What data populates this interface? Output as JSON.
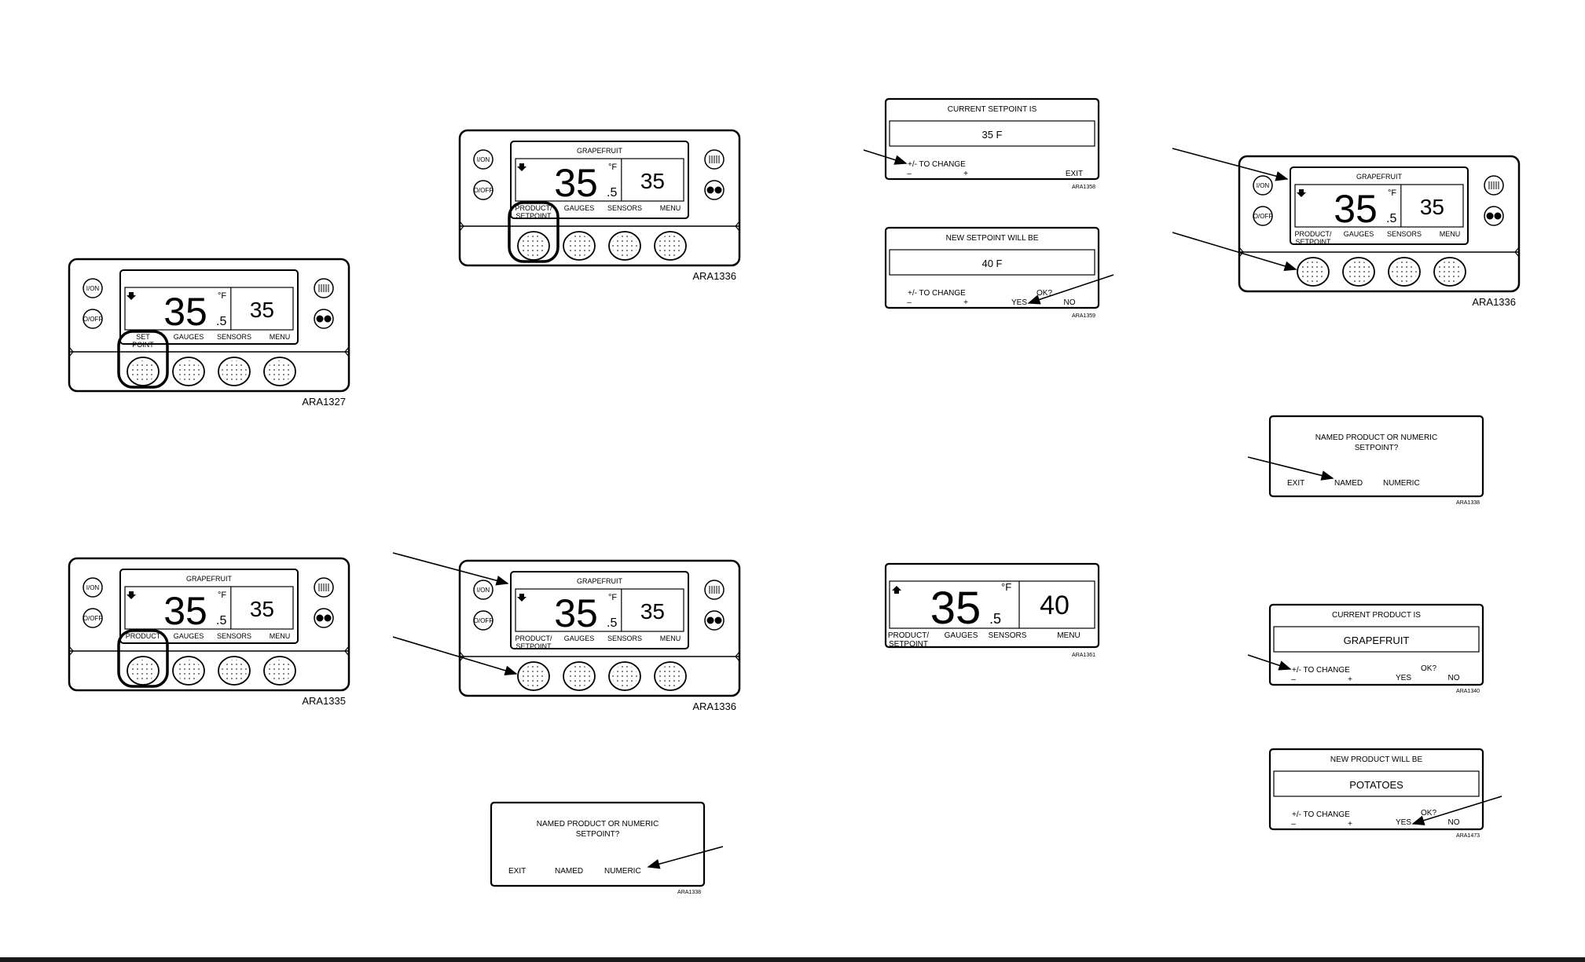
{
  "controllers": [
    {
      "id": "ARA1327",
      "figure_id": "ARA1327",
      "product_name": "",
      "arrow": "down",
      "big_temp": "35",
      "decimal": ".5",
      "unit": "°F",
      "right_value": "35",
      "labels": [
        "SET\nPOINT",
        "GAUGES",
        "SENSORS",
        "MENU"
      ],
      "highlight_first_key": true,
      "pointer_display": false,
      "pointer_key": false,
      "on_key": "I/ON",
      "off_key": "O/OFF"
    },
    {
      "id": "ARA1335",
      "figure_id": "ARA1335",
      "product_name": "GRAPEFRUIT",
      "arrow": "down",
      "big_temp": "35",
      "decimal": ".5",
      "unit": "°F",
      "right_value": "35",
      "labels": [
        "PRODUCT",
        "GAUGES",
        "SENSORS",
        "MENU"
      ],
      "highlight_first_key": true,
      "pointer_display": false,
      "pointer_key": false
    },
    {
      "id": "ARA1336-a",
      "figure_id": "ARA1336",
      "product_name": "GRAPEFRUIT",
      "arrow": "down",
      "big_temp": "35",
      "decimal": ".5",
      "unit": "°F",
      "right_value": "35",
      "labels": [
        "PRODUCT/\nSETPOINT",
        "GAUGES",
        "SENSORS",
        "MENU"
      ],
      "highlight_first_key": true,
      "pointer_display": false,
      "pointer_key": false
    },
    {
      "id": "ARA1336-b",
      "figure_id": "ARA1336",
      "product_name": "GRAPEFRUIT",
      "arrow": "down",
      "big_temp": "35",
      "decimal": ".5",
      "unit": "°F",
      "right_value": "35",
      "labels": [
        "PRODUCT/\nSETPOINT",
        "GAUGES",
        "SENSORS",
        "MENU"
      ],
      "highlight_first_key": false,
      "pointer_display": true,
      "pointer_key": true
    },
    {
      "id": "ARA1336-c",
      "figure_id": "ARA1336",
      "product_name": "GRAPEFRUIT",
      "arrow": "down",
      "big_temp": "35",
      "decimal": ".5",
      "unit": "°F",
      "right_value": "35",
      "labels": [
        "PRODUCT/\nSETPOINT",
        "GAUGES",
        "SENSORS",
        "MENU"
      ],
      "highlight_first_key": false,
      "pointer_display": true,
      "pointer_key": true
    }
  ],
  "screens": {
    "current_setpoint": {
      "title": "CURRENT SETPOINT IS",
      "value": "35 F",
      "change_label": "+/- TO CHANGE",
      "minus": "–",
      "plus": "+",
      "exit": "EXIT",
      "figure_id": "ARA1358"
    },
    "new_setpoint": {
      "title": "NEW SETPOINT WILL BE",
      "value": "40 F",
      "change_label": "+/- TO CHANGE",
      "ok": "OK?",
      "minus": "–",
      "plus": "+",
      "yes": "YES",
      "no": "NO",
      "figure_id": "ARA1359"
    },
    "updated_display": {
      "arrow": "up",
      "big_temp": "35",
      "decimal": ".5",
      "unit": "°F",
      "right_value": "40",
      "labels": [
        "PRODUCT/\nSETPOINT",
        "GAUGES",
        "SENSORS",
        "MENU"
      ],
      "figure_id": "ARA1361"
    },
    "named_or_numeric_a": {
      "question_line1": "NAMED PRODUCT OR NUMERIC",
      "question_line2": "SETPOINT?",
      "exit": "EXIT",
      "named": "NAMED",
      "numeric": "NUMERIC",
      "figure_id": "ARA1338"
    },
    "named_or_numeric_b": {
      "question_line1": "NAMED PRODUCT OR NUMERIC",
      "question_line2": "SETPOINT?",
      "exit": "EXIT",
      "named": "NAMED",
      "numeric": "NUMERIC",
      "figure_id": "ARA1338"
    },
    "current_product": {
      "title": "CURRENT PRODUCT IS",
      "value": "GRAPEFRUIT",
      "change_label": "+/- TO CHANGE",
      "ok": "OK?",
      "minus": "–",
      "plus": "+",
      "yes": "YES",
      "no": "NO",
      "figure_id": "ARA1340"
    },
    "new_product": {
      "title": "NEW PRODUCT WILL BE",
      "value": "POTATOES",
      "change_label": "+/- TO CHANGE",
      "ok": "OK?",
      "minus": "–",
      "plus": "+",
      "yes": "YES",
      "no": "NO",
      "figure_id": "ARA1473"
    }
  }
}
